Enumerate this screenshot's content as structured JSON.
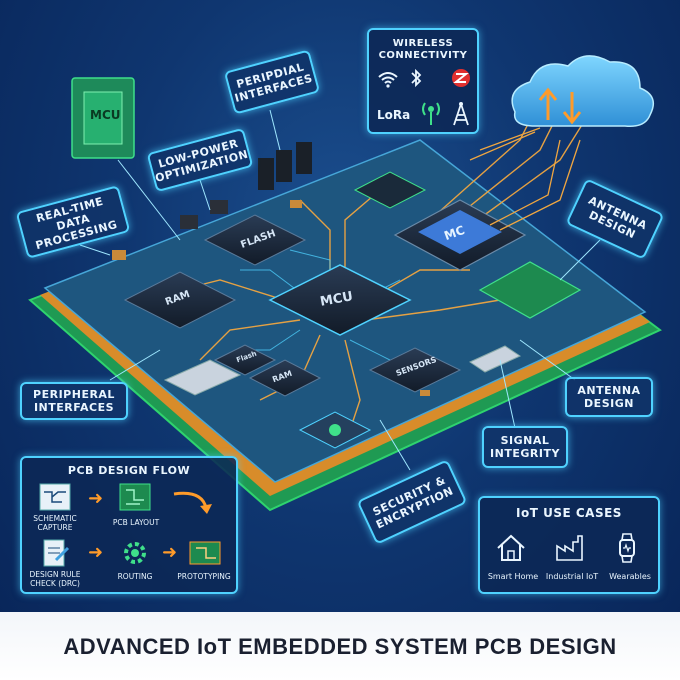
{
  "title": "ADVANCED IoT EMBEDDED SYSTEM PCB DESIGN",
  "callouts": {
    "mcu_chip": "MCU",
    "peripheral_top": "PERIPDIAL INTERFACES",
    "low_power": "LOW-POWER OPTIMIZATION",
    "real_time": "REAL-TIME DATA PROCESSING",
    "antenna_right_top": "ANTENNA DESIGN",
    "antenna_right_bottom": "ANTENNA DESIGN",
    "signal": "SIGNAL INTEGRITY",
    "security": "SECURITY & ENCRYPTION",
    "peripheral_left": "PERIPHERAL INTERFACES"
  },
  "wireless": {
    "title": "WIRELESS CONNECTIVITY",
    "lora": "LoRa",
    "icons": [
      "wifi-icon",
      "bluetooth-icon",
      "zigbee-icon",
      "lora-icon",
      "antenna-icon",
      "cell-tower-icon"
    ]
  },
  "board_labels": {
    "mcu": "MCU",
    "ram": "RAM",
    "flash": "FLASH",
    "mcu2": "MC",
    "sensors": "SENSORS",
    "ram2": "RAM",
    "flash2": "Flash"
  },
  "pcb_flow": {
    "title": "PCB DESIGN FLOW",
    "steps": [
      "SCHEMATIC CAPTURE",
      "PCB LAYOUT",
      "DESIGN RULE CHECK (DRC)",
      "ROUTING",
      "PROTOTYPING"
    ]
  },
  "iot": {
    "title": "IoT USE CASES",
    "cases": [
      "Smart Home",
      "Industrial IoT",
      "Wearables"
    ]
  },
  "colors": {
    "accent": "#4fd2ff",
    "trace": "#f0a640",
    "board": "#1f4f7a",
    "chip": "#1e2a3a"
  }
}
